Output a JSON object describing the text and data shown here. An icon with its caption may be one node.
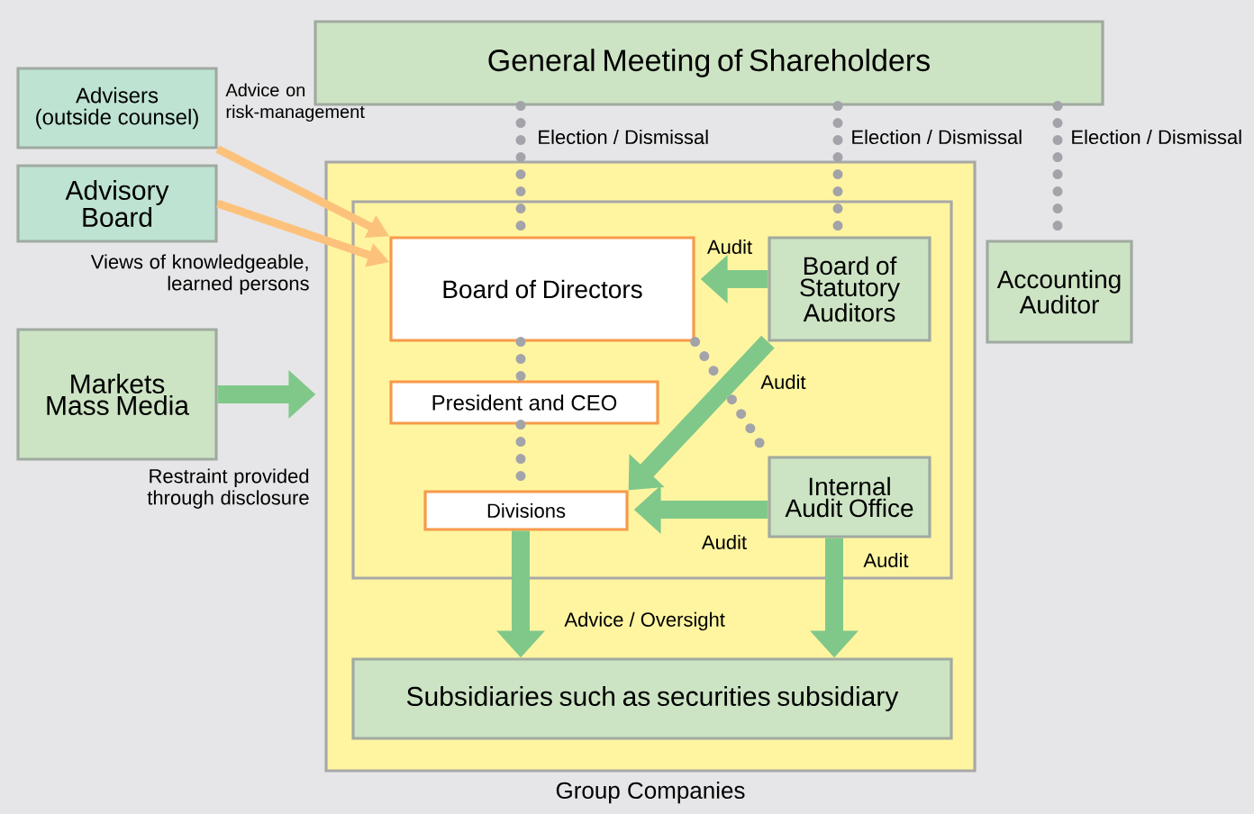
{
  "diagram": {
    "nodes": [
      {
        "text": [
          "General Meeting of Shareholders"
        ]
      },
      {
        "text": [
          "Advisers (outside counsel)"
        ],
        "beside": [
          "Advice on risk-management"
        ]
      },
      {
        "text": [
          "Advisory Board"
        ],
        "beside": [
          "Views of knowledgeable, learned persons"
        ]
      },
      {
        "text": [
          "Markets Mass Media"
        ],
        "beside": [
          "Restraint provided through disclosure"
        ]
      },
      {
        "text": [
          "Group Companies"
        ]
      },
      {
        "text": [],
        "shape": "box",
        "in": 4
      },
      {
        "text": [
          "Board of Directors"
        ],
        "in": 5
      },
      {
        "text": [
          "President and CEO"
        ],
        "in": 5
      },
      {
        "text": [
          "Divisions"
        ],
        "in": 5
      },
      {
        "text": [
          "Board of Statutory Auditors"
        ],
        "in": 5
      },
      {
        "text": [
          "Internal Audit Office"
        ],
        "in": 5
      },
      {
        "text": [
          "Accounting Auditor"
        ]
      },
      {
        "text": [
          "Subsidiaries such as securities subsidiary"
        ],
        "in": 4
      }
    ],
    "edges": [
      {
        "from": 0,
        "to": 6,
        "arrow": "none",
        "style": "dashed",
        "color": "#a3a3aa",
        "label": "Election / Dismissal"
      },
      {
        "from": 0,
        "to": 9,
        "arrow": "none",
        "style": "dashed",
        "color": "#a3a3aa",
        "label": "Election / Dismissal"
      },
      {
        "from": 0,
        "to": 11,
        "arrow": "none",
        "style": "dashed",
        "color": "#a3a3aa",
        "label": "Election / Dismissal"
      },
      {
        "from": 6,
        "to": 7,
        "arrow": "none",
        "style": "dashed",
        "color": "#a3a3aa"
      },
      {
        "from": 7,
        "to": 8,
        "arrow": "none",
        "style": "dashed",
        "color": "#a3a3aa"
      },
      {
        "from": 6,
        "to": 10,
        "arrow": "none",
        "style": "dashed",
        "color": "#a3a3aa"
      },
      {
        "from": 1,
        "to": 6,
        "arrow": "to",
        "color": "#fcc27c"
      },
      {
        "from": 2,
        "to": 6,
        "arrow": "to",
        "color": "#fcc27c"
      },
      {
        "from": 3,
        "to": 4,
        "arrow": "to",
        "style": "thick"
      },
      {
        "from": 9,
        "to": 6,
        "arrow": "to",
        "style": "thick",
        "label": "Audit"
      },
      {
        "from": 9,
        "to": 8,
        "arrow": "to",
        "style": "thick",
        "label": "Audit"
      },
      {
        "from": 10,
        "to": 8,
        "arrow": "to",
        "style": "thick",
        "label": "Audit"
      },
      {
        "from": 10,
        "to": 12,
        "arrow": "to",
        "style": "thick",
        "label": "Audit"
      },
      {
        "from": 8,
        "to": 12,
        "arrow": "to",
        "style": "thick",
        "label": "Advice / Oversight"
      }
    ]
  }
}
